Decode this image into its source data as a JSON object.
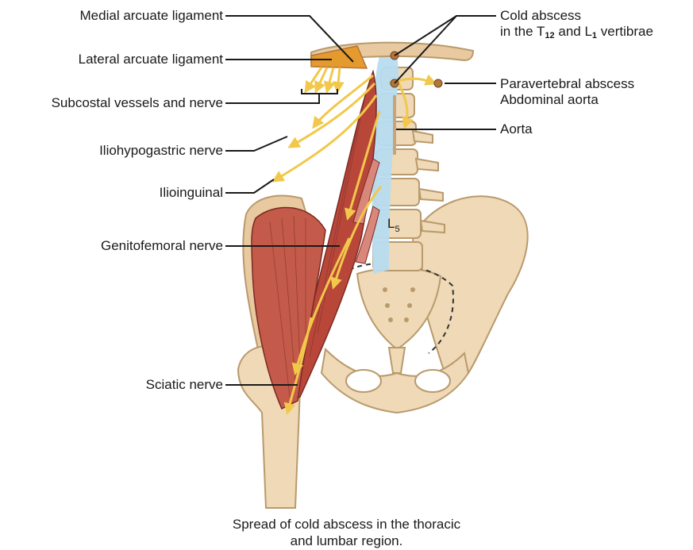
{
  "labels": {
    "medial_arcuate": "Medial arcuate ligament",
    "lateral_arcuate": "Lateral arcuate ligament",
    "subcostal": "Subcostal vessels and nerve",
    "iliohypogastric": "Iliohypogastric nerve",
    "ilioinguinal": "Ilioinguinal",
    "genitofemoral": "Genitofemoral nerve",
    "sciatic": "Sciatic nerve",
    "cold_abscess_line1": "Cold abscess",
    "cold_abscess_line2_pre": "in the T",
    "cold_abscess_t_sub": "12",
    "cold_abscess_line2_mid": " and L",
    "cold_abscess_l_sub": "1",
    "cold_abscess_line2_post": " vertibrae",
    "paravertebral": "Paravertebral abscess",
    "abdominal_aorta": "Abdominal aorta",
    "aorta": "Aorta",
    "l5_letter": "L",
    "l5_sub": "5"
  },
  "caption": {
    "line1": "Spread of cold abscess in the thoracic",
    "line2": "and lumbar region."
  },
  "colors": {
    "bone": "#efd9b6",
    "bone_edge": "#b99a6c",
    "muscle": "#b8473a",
    "muscle_light": "#d9877a",
    "abscess_blue": "#b7dcf0",
    "arrow_yellow": "#f2c84b",
    "diaphragm": "#e8c9a0",
    "abscess_dot": "#b5743a"
  }
}
